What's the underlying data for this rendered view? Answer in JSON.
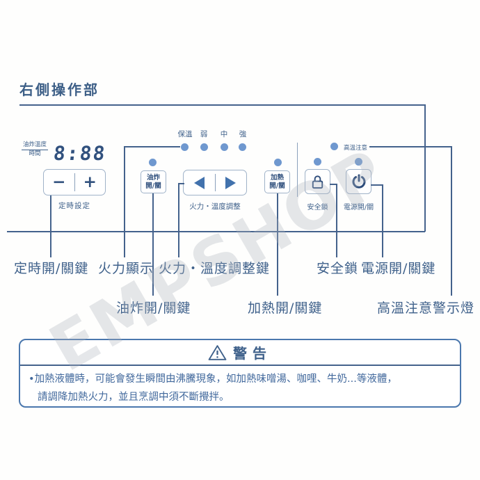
{
  "page": {
    "title": "右側操作部"
  },
  "watermark": {
    "text": "EMPSHOP"
  },
  "colors": {
    "accent_text": "#3e608a",
    "callout_line": "#44628c",
    "indicator_dot": "#6f98cf",
    "icon_stroke": "#2e4d7b",
    "button_border": "#9fb2c8",
    "warning_border": "#4a77ad"
  },
  "panel": {
    "display": {
      "label_top": "油炸溫度",
      "label_bottom": "時間",
      "value": "8:88"
    },
    "timer": {
      "minus": "−",
      "plus": "+",
      "label": "定時設定"
    },
    "fry_button": {
      "line1": "油炸",
      "line2": "開/關"
    },
    "power_levels": {
      "items": [
        {
          "label": "保溫"
        },
        {
          "label": "弱"
        },
        {
          "label": "中"
        },
        {
          "label": "強"
        }
      ]
    },
    "adjust": {
      "label": "火力・溫度調整"
    },
    "heat_button": {
      "line1": "加熱",
      "line2": "開/關"
    },
    "lock": {
      "label": "安全鎖"
    },
    "power": {
      "label": "電源開/關"
    },
    "high_temp": {
      "label": "高溫注意"
    }
  },
  "callouts": {
    "timer_key": "定時開/關鍵",
    "power_display": "火力顯示",
    "adjust_key": "火力・溫度調整鍵",
    "fry_key": "油炸開/關鍵",
    "heat_key": "加熱開/關鍵",
    "lock_key": "安全鎖",
    "power_key": "電源開/關鍵",
    "high_temp_light": "高溫注意警示燈"
  },
  "warning": {
    "title": "警告",
    "bullet": "•",
    "line1": "加熱液體時，可能會發生瞬間由沸騰現象，如加熱味噌湯、咖哩、牛奶...等液體，",
    "line2": "請調降加熱火力，並且烹調中須不斷攪拌。"
  }
}
